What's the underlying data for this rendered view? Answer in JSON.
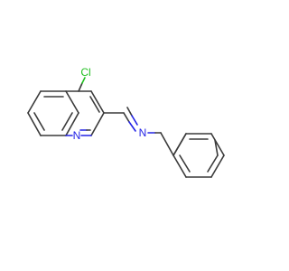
{
  "molecule": {
    "atoms": {
      "chlorine": "Cl",
      "ring_nitrogen": "N",
      "imine_nitrogen": "N"
    },
    "colors": {
      "bond": "#3a3a3a",
      "nitrogen": "#2323e6",
      "chlorine": "#1fbf1f",
      "background": "#ffffff"
    }
  }
}
